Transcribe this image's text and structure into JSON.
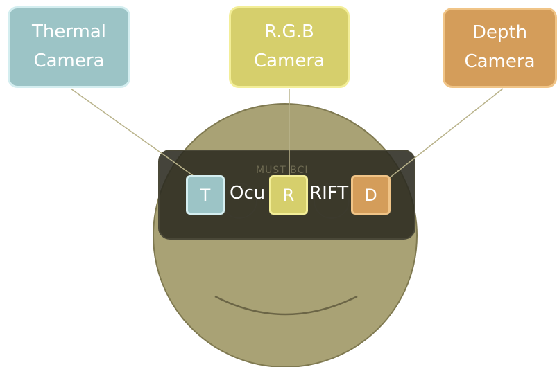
{
  "cameras": [
    {
      "id": "thermal",
      "line1": "Thermal",
      "line2": "Camera",
      "letter": "T",
      "fill": "#9cc4c6",
      "border": "#d4eef0"
    },
    {
      "id": "rgb",
      "line1": "R.G.B",
      "line2": "Camera",
      "letter": "R",
      "fill": "#d6cf6c",
      "border": "#f3ee98"
    },
    {
      "id": "depth",
      "line1": "Depth",
      "line2": "Camera",
      "letter": "D",
      "fill": "#d49d5a",
      "border": "#f0c487"
    }
  ],
  "visor": {
    "text_left": "Ocu",
    "text_right": "RIFT",
    "brand": "MUST BCI"
  },
  "colors": {
    "face": "#a9a275",
    "face_edge": "#7f7950",
    "visor": "#2b2a20",
    "connector": "#b9b38b"
  }
}
